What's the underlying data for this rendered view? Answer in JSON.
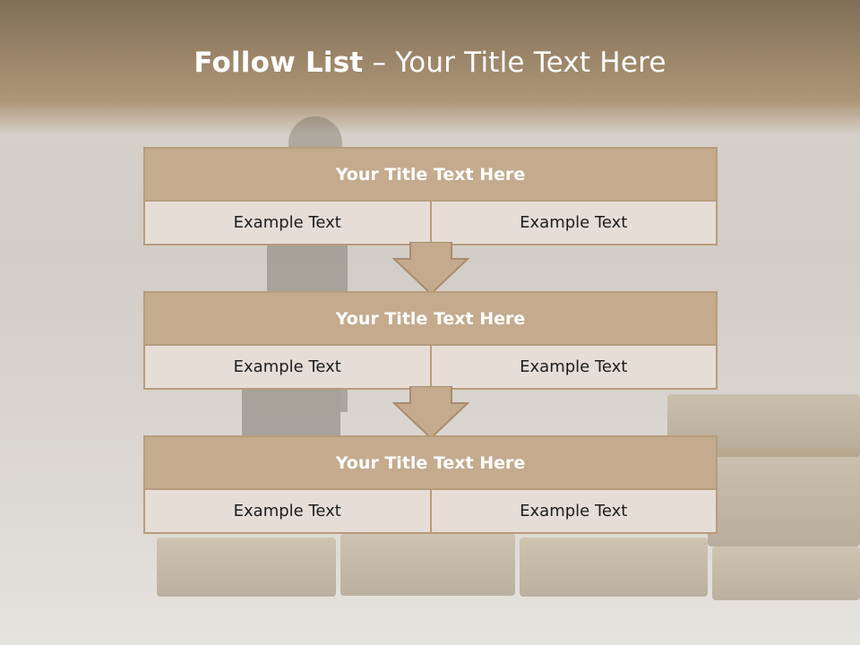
{
  "slide": {
    "title_bold": "Follow List",
    "title_rest": "– Your Title Text Here"
  },
  "blocks": [
    {
      "title": "Your Title Text Here",
      "left": "Example Text",
      "right": "Example Text"
    },
    {
      "title": "Your Title Text Here",
      "left": "Example Text",
      "right": "Example Text"
    },
    {
      "title": "Your Title Text Here",
      "left": "Example Text",
      "right": "Example Text"
    }
  ],
  "colors": {
    "header_fill": "#c4ab8e",
    "cell_fill": "#e6ddd6",
    "border": "#b89c7c",
    "arrow_fill": "#c4ab8e"
  },
  "icons": [
    "down-arrow-icon"
  ]
}
